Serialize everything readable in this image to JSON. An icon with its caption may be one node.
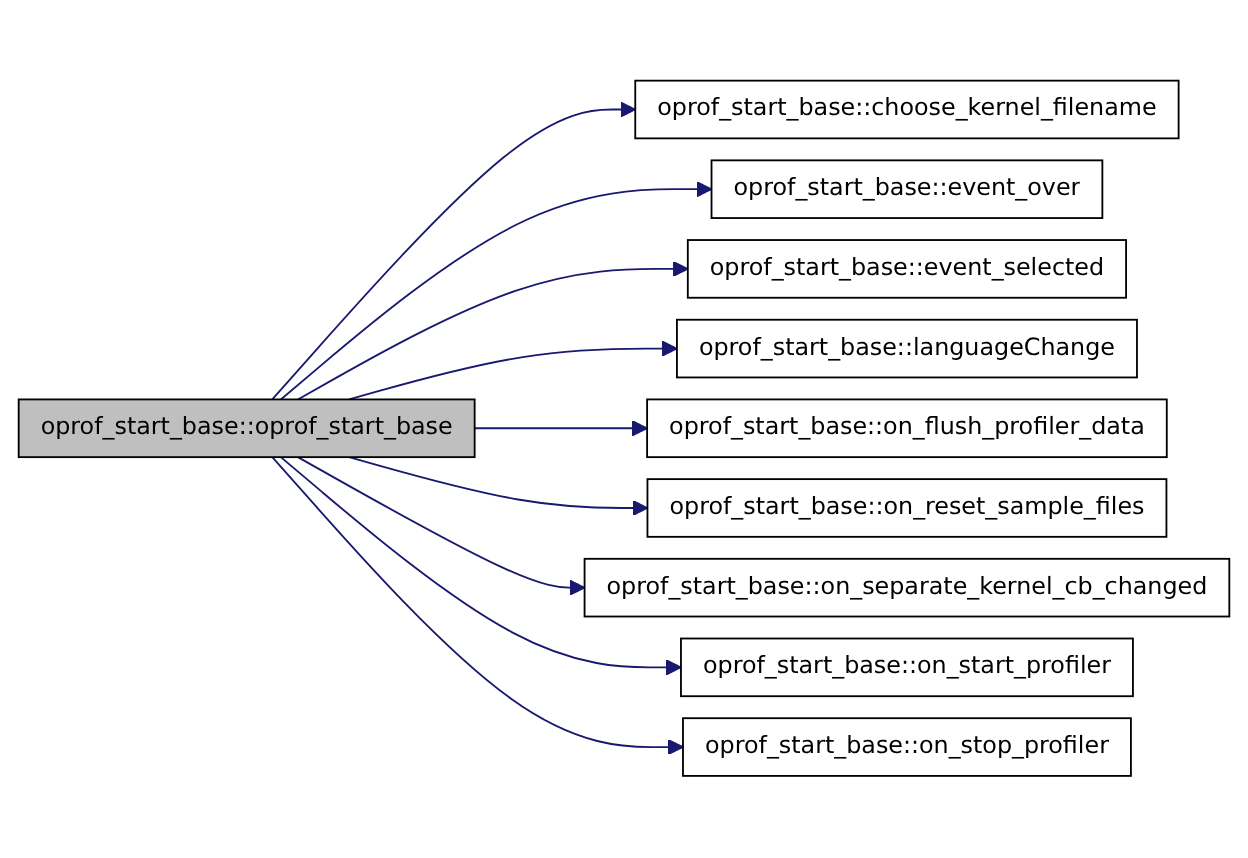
{
  "diagram": {
    "nodes": [
      {
        "text": [
          "oprof_start_base::oprof_start_base"
        ]
      },
      {
        "text": [
          "oprof_start_base::choose_kernel_filename"
        ]
      },
      {
        "text": [
          "oprof_start_base::event_over"
        ]
      },
      {
        "text": [
          "oprof_start_base::event_selected"
        ]
      },
      {
        "text": [
          "oprof_start_base::languageChange"
        ]
      },
      {
        "text": [
          "oprof_start_base::on_flush_profiler_data"
        ]
      },
      {
        "text": [
          "oprof_start_base::on_reset_sample_files"
        ]
      },
      {
        "text": [
          "oprof_start_base::on_separate_kernel_cb_changed"
        ]
      },
      {
        "text": [
          "oprof_start_base::on_start_profiler"
        ]
      },
      {
        "text": [
          "oprof_start_base::on_stop_profiler"
        ]
      }
    ],
    "edges": [
      {
        "from": 0,
        "to": 1,
        "arrow": "to"
      },
      {
        "from": 0,
        "to": 2,
        "arrow": "to"
      },
      {
        "from": 0,
        "to": 3,
        "arrow": "to"
      },
      {
        "from": 0,
        "to": 4,
        "arrow": "to"
      },
      {
        "from": 0,
        "to": 5,
        "arrow": "to"
      },
      {
        "from": 0,
        "to": 6,
        "arrow": "to"
      },
      {
        "from": 0,
        "to": 7,
        "arrow": "to"
      },
      {
        "from": 0,
        "to": 8,
        "arrow": "to"
      },
      {
        "from": 0,
        "to": 9,
        "arrow": "to"
      }
    ]
  }
}
